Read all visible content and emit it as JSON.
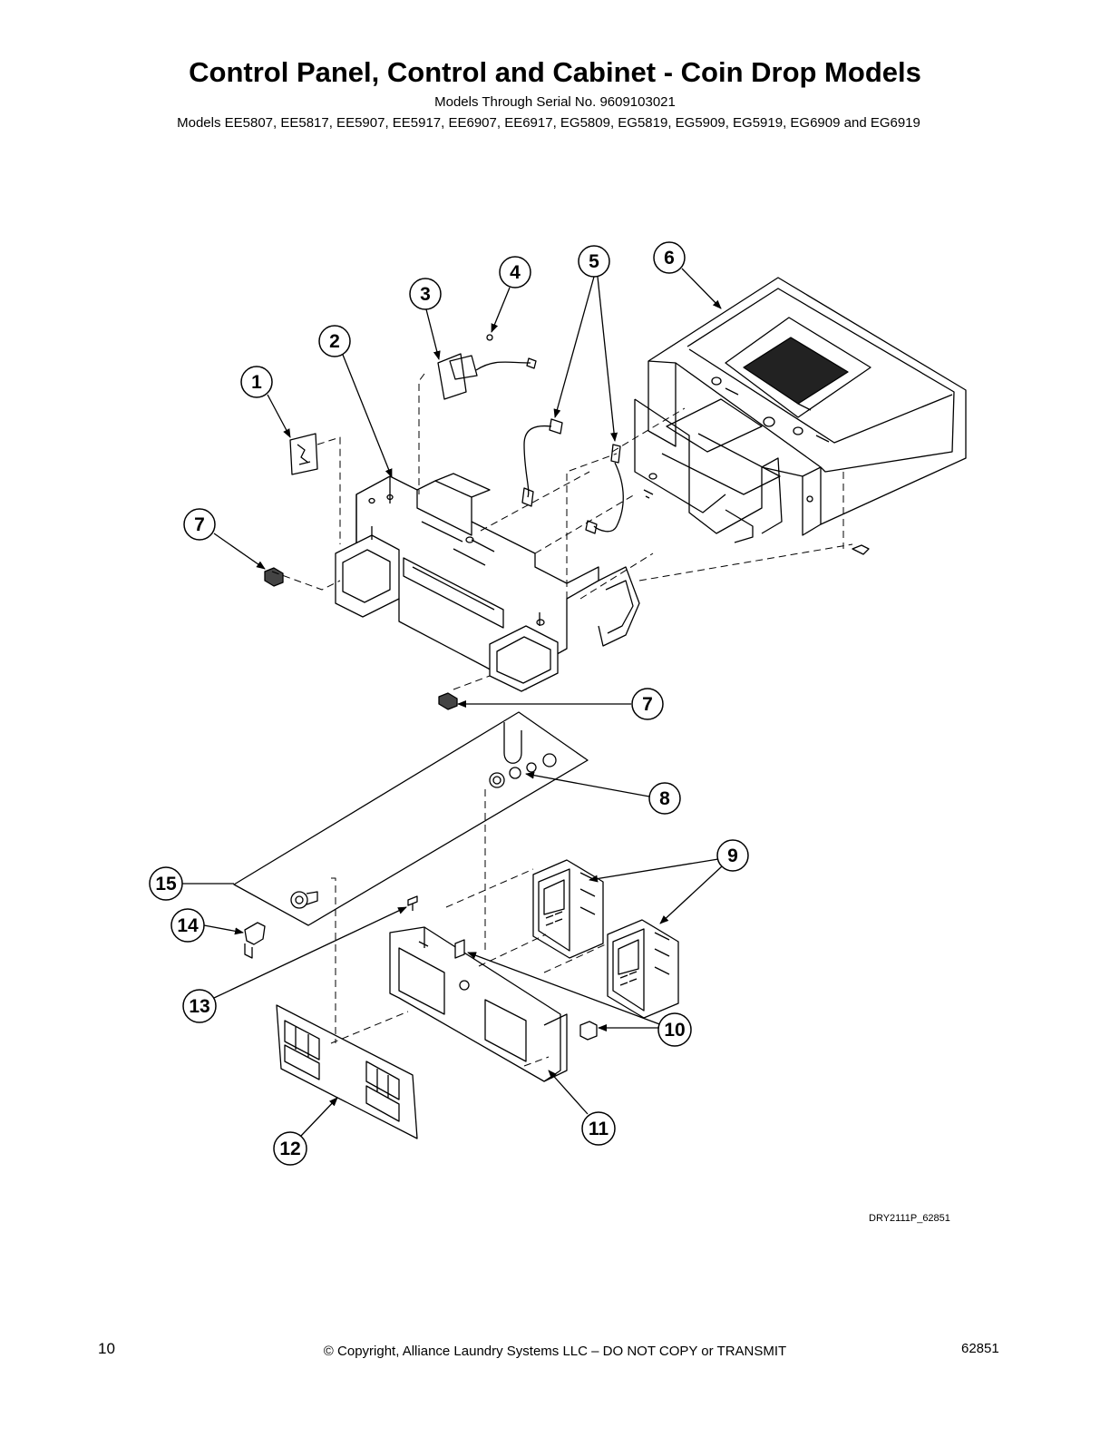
{
  "header": {
    "title": "Control Panel, Control and Cabinet - Coin Drop Models",
    "serial_line": "Models Through Serial No. 9609103021",
    "models_line": "Models EE5807, EE5817, EE5907, EE5917, EE6907, EE6917, EG5809, EG5819, EG5909, EG5919, EG6909 and EG6919"
  },
  "diagram": {
    "callouts": [
      {
        "id": "callout-1",
        "label": "1"
      },
      {
        "id": "callout-2",
        "label": "2"
      },
      {
        "id": "callout-3",
        "label": "3"
      },
      {
        "id": "callout-4",
        "label": "4"
      },
      {
        "id": "callout-5",
        "label": "5"
      },
      {
        "id": "callout-6",
        "label": "6"
      },
      {
        "id": "callout-7a",
        "label": "7"
      },
      {
        "id": "callout-7b",
        "label": "7"
      },
      {
        "id": "callout-8",
        "label": "8"
      },
      {
        "id": "callout-9",
        "label": "9"
      },
      {
        "id": "callout-10",
        "label": "10"
      },
      {
        "id": "callout-11",
        "label": "11"
      },
      {
        "id": "callout-12",
        "label": "12"
      },
      {
        "id": "callout-13",
        "label": "13"
      },
      {
        "id": "callout-14",
        "label": "14"
      },
      {
        "id": "callout-15",
        "label": "15"
      }
    ],
    "drawing_code": "DRY2111P_62851"
  },
  "footer": {
    "page_number": "10",
    "copyright": "© Copyright, Alliance Laundry Systems LLC – DO NOT COPY or TRANSMIT",
    "document_number": "62851"
  }
}
